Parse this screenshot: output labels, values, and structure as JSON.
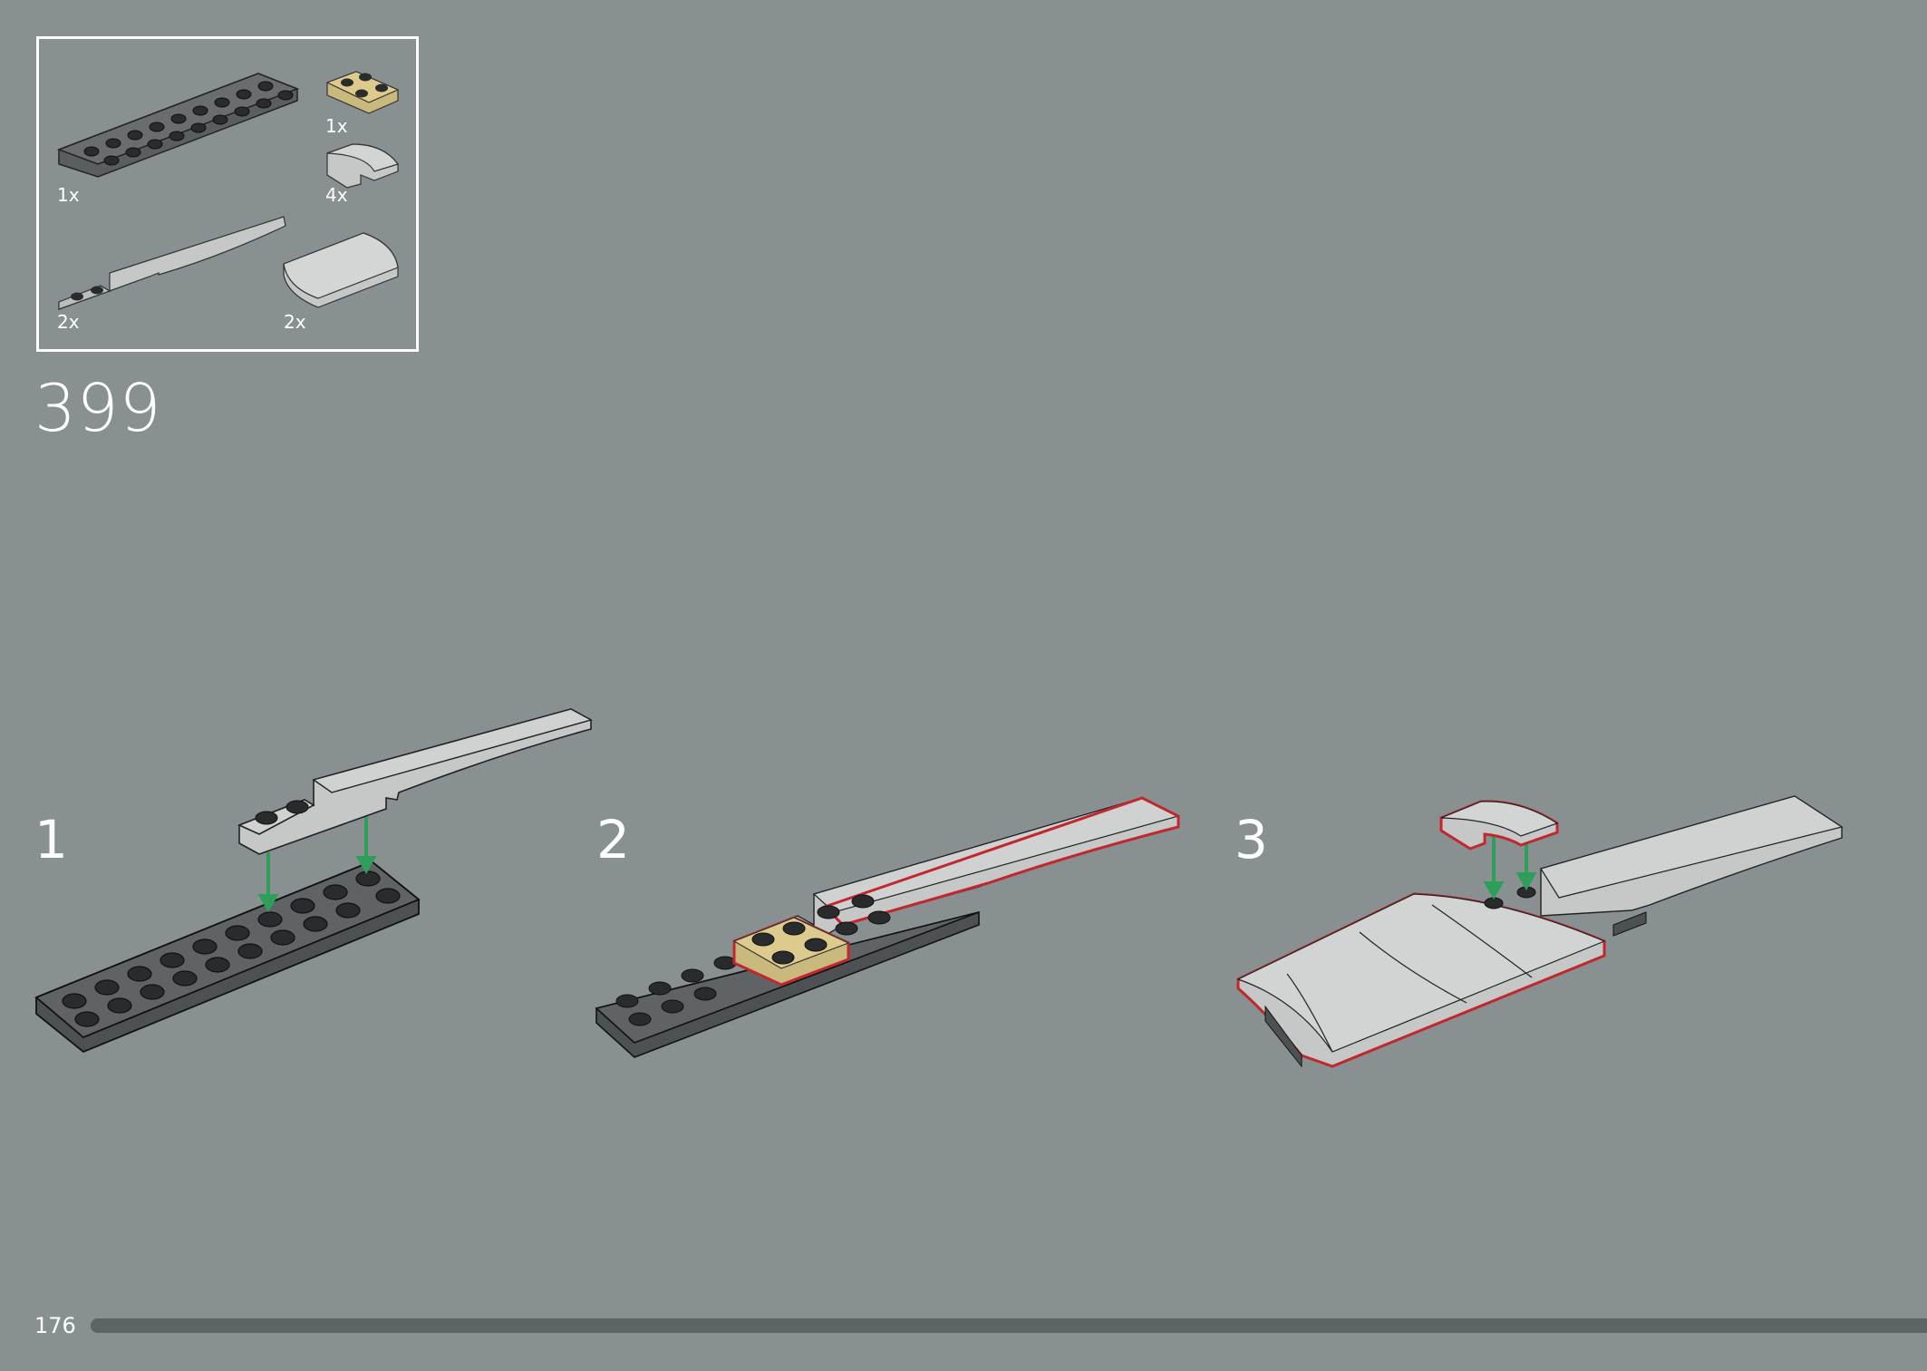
{
  "parts_list": {
    "items": [
      {
        "name": "dark-gray-plate-2x10",
        "qty": "1x"
      },
      {
        "name": "tan-plate-2x2",
        "qty": "1x"
      },
      {
        "name": "gray-curved-slope-1x2",
        "qty": "4x"
      },
      {
        "name": "gray-curved-wedge-plate",
        "qty": "2x"
      },
      {
        "name": "gray-curved-slope-2x4",
        "qty": "2x"
      }
    ]
  },
  "step": {
    "number": "399"
  },
  "substeps": [
    {
      "label": "1"
    },
    {
      "label": "2"
    },
    {
      "label": "3"
    }
  ],
  "footer": {
    "page_number": "176",
    "progress": 1.0
  },
  "colors": {
    "background": "#889092",
    "highlight": "#c1272d",
    "arrow": "#2e9e5b",
    "dark_plate": "#575a5c",
    "light_gray": "#c6c8c8",
    "tan": "#dccb8d"
  }
}
